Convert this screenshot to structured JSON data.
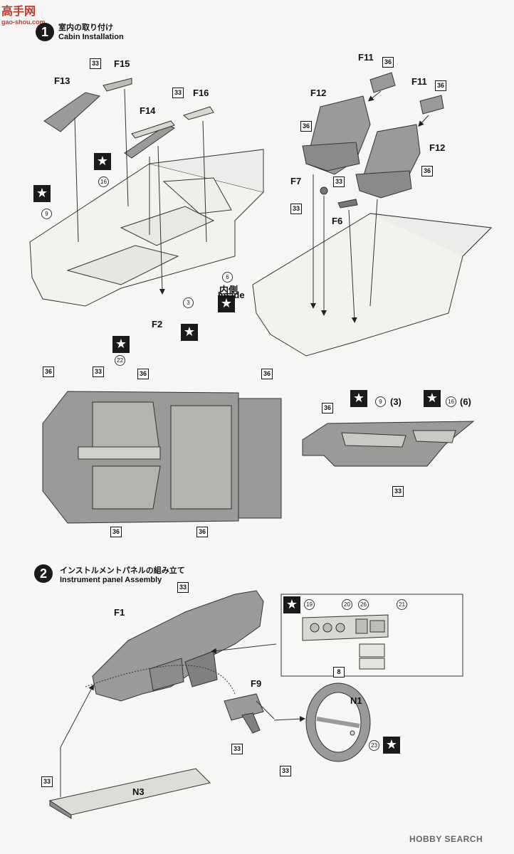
{
  "watermark_top": {
    "logo_text": "高手网",
    "url": "gao-shou.com"
  },
  "step1": {
    "number": "1",
    "title_jp": "室内の取り付け",
    "title_en": "Cabin Installation"
  },
  "step2": {
    "number": "2",
    "title_jp": "インストルメントパネルの組み立て",
    "title_en": "Instrument panel Assembly"
  },
  "labels": {
    "F13": "F13",
    "F15": "F15",
    "F14": "F14",
    "F16": "F16",
    "F2": "F2",
    "F11a": "F11",
    "F11b": "F11",
    "F12a": "F12",
    "F12b": "F12",
    "F7": "F7",
    "F6": "F6",
    "F1": "F1",
    "F9": "F9",
    "N1": "N1",
    "N3": "N3",
    "inside": "内側",
    "inside_en": "Inside"
  },
  "callouts": {
    "n3": "3",
    "n6": "6",
    "n9": "9",
    "n16": "16",
    "n22": "22",
    "n19": "19",
    "n20": "20",
    "n26": "26",
    "n21": "21",
    "n23": "23",
    "p9": "9",
    "p3": "(3)",
    "p16": "16",
    "p6": "(6)"
  },
  "colors": {
    "c33": "33",
    "c36": "36",
    "c8": "8"
  },
  "footer": {
    "brand": "HOBBY SEARCH"
  }
}
